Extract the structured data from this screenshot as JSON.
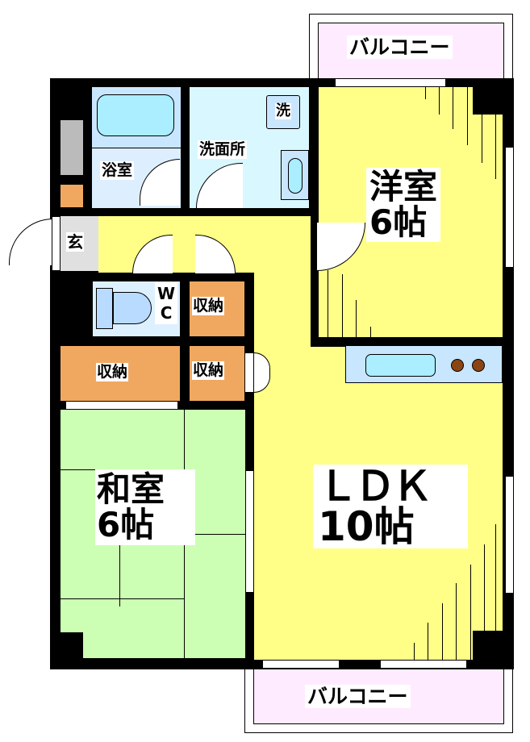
{
  "floor_plan": {
    "layout": "2LDK",
    "colors": {
      "wall": "#000000",
      "ldk_floor": "#FFFF88",
      "western_room_floor": "#FFFF88",
      "japanese_room_floor": "#CCFFB3",
      "storage": "#F0A860",
      "bath": "#C9E6FF",
      "washroom": "#D9F7FF",
      "wc": "#DDF0FF",
      "entrance": "#E0E0E0",
      "balcony": "#FFEBFF",
      "fixture": "#AAEEFF",
      "stove_burner": "#8B4513"
    },
    "rooms": {
      "balcony_top": {
        "label": "バルコニー"
      },
      "balcony_bottom": {
        "label": "バルコニー"
      },
      "bath": {
        "label": "浴室"
      },
      "washroom": {
        "label": "洗面所",
        "washer_label": "洗"
      },
      "western_room": {
        "label_line1": "洋室",
        "label_line2": "6帖"
      },
      "entrance": {
        "label": "玄"
      },
      "wc": {
        "label_line1": "W",
        "label_line2": "C"
      },
      "storage_wc": {
        "label": "収納"
      },
      "storage_left": {
        "label": "収納"
      },
      "storage_mid": {
        "label": "収納"
      },
      "japanese_room": {
        "label_line1": "和室",
        "label_line2": "6帖"
      },
      "ldk": {
        "label_line1": "ＬＤＫ",
        "label_line2": "10帖"
      }
    }
  }
}
